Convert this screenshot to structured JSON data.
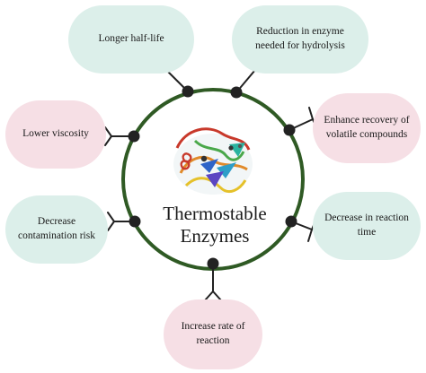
{
  "center": {
    "title_line1": "Thermostable",
    "title_line2": "Enzymes",
    "image": "enzyme-protein-structure-illustration"
  },
  "colors": {
    "ring": "#2f5a24",
    "connector": "#222222",
    "mint": "#dcefea",
    "pink": "#f6dfe5"
  },
  "benefits": [
    {
      "id": "half-life",
      "label": "Longer half-life"
    },
    {
      "id": "enzyme-reduction",
      "label": "Reduction in enzyme needed for hydrolysis"
    },
    {
      "id": "volatile-recovery",
      "label": "Enhance recovery of volatile compounds"
    },
    {
      "id": "reaction-time",
      "label": "Decrease in reaction time"
    },
    {
      "id": "reaction-rate",
      "label": "Increase rate of reaction"
    },
    {
      "id": "contamination",
      "label": "Decrease contamination risk"
    },
    {
      "id": "viscosity",
      "label": "Lower viscosity"
    }
  ]
}
